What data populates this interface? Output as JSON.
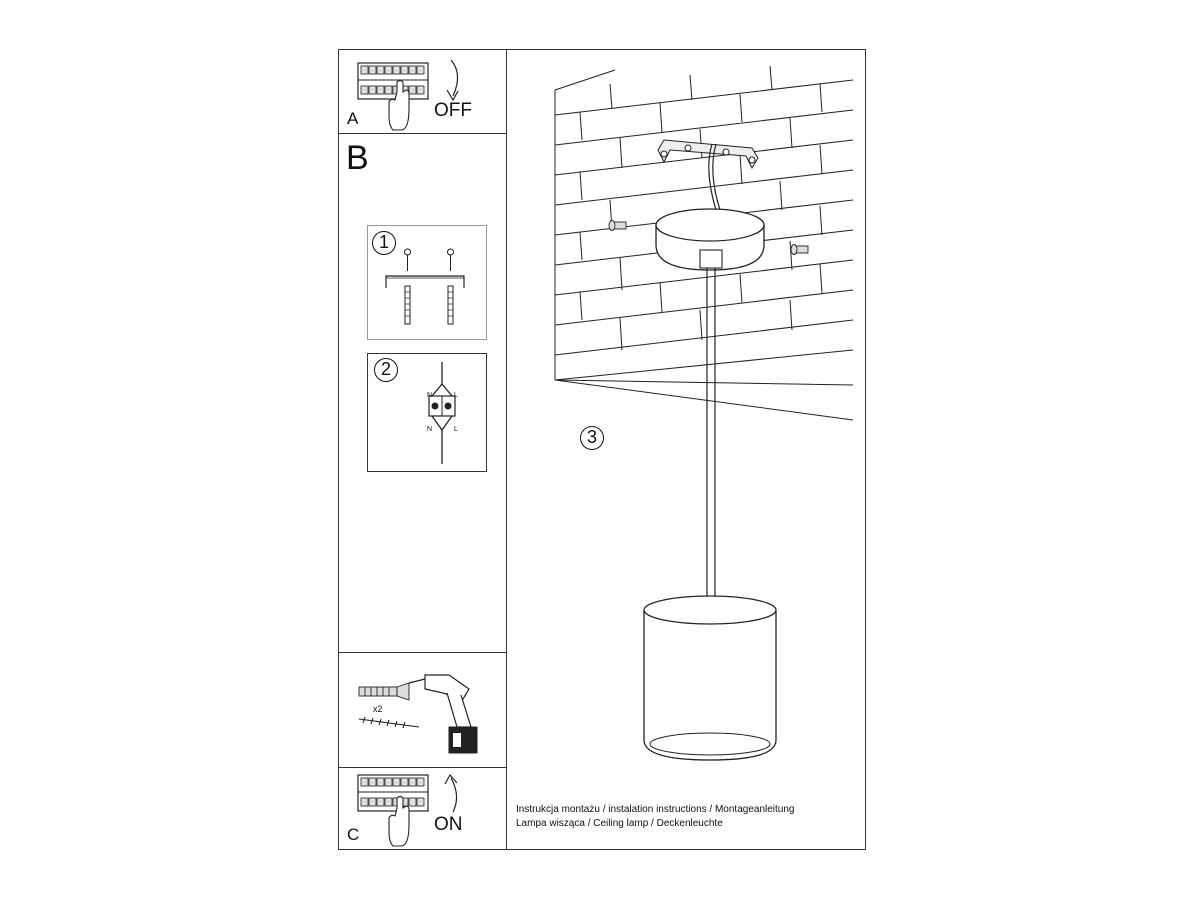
{
  "step_a": {
    "letter": "A",
    "action": "OFF"
  },
  "section_b": {
    "letter": "B"
  },
  "step_1": {
    "number": "1"
  },
  "step_2": {
    "number": "2",
    "wire_n": "N",
    "wire_l": "L"
  },
  "step_3": {
    "number": "3"
  },
  "tools": {
    "quantity": "x2"
  },
  "step_c": {
    "letter": "C",
    "action": "ON"
  },
  "caption": {
    "line1": "Instrukcja montażu / instalation instructions / Montageanleitung",
    "line2": "Lampa wisząca / Ceiling lamp / Deckenleuchte"
  }
}
